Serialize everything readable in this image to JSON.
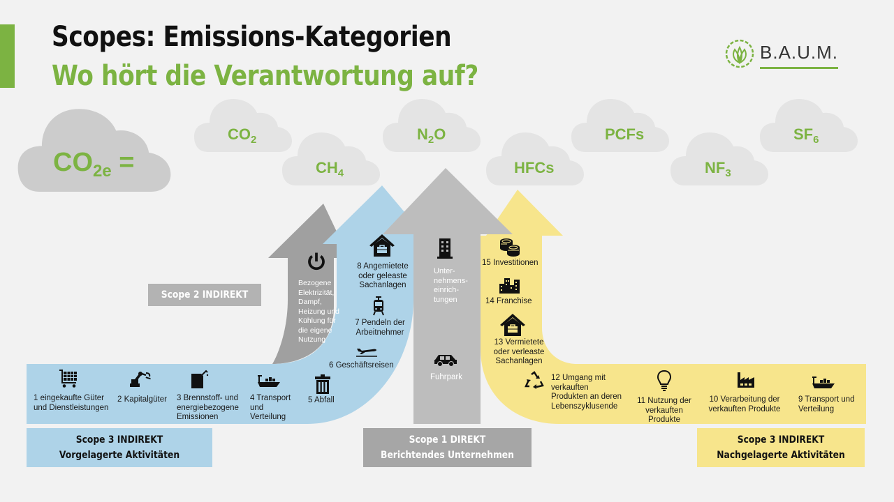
{
  "header": {
    "title": "Scopes: Emissions-Kategorien",
    "subtitle": "Wo hört die Verantwortung auf?"
  },
  "logo": {
    "text": "B.A.U.M."
  },
  "colors": {
    "accent_green": "#7cb342",
    "scope3_upstream_blue": "#aed3e8",
    "scope1_gray": "#bdbdbd",
    "scope2_gray": "#a0a0a0",
    "scope3_downstream_yellow": "#f7e58c",
    "cloud_main": "#cccccc",
    "cloud_light": "#e4e4e4"
  },
  "clouds": {
    "main": {
      "base": "CO",
      "sub": "2e",
      "suffix": " ="
    },
    "gases": [
      {
        "base": "CO",
        "sub": "2"
      },
      {
        "base": "CH",
        "sub": "4"
      },
      {
        "base": "N",
        "sub": "2",
        "tail": "O"
      },
      {
        "base": "HFCs",
        "sub": ""
      },
      {
        "base": "PCFs",
        "sub": ""
      },
      {
        "base": "NF",
        "sub": "3"
      },
      {
        "base": "SF",
        "sub": "6"
      }
    ]
  },
  "scope2": {
    "label": "Scope 2 INDIREKT",
    "icon": "power-icon",
    "text": [
      "Bezogene",
      "Elektrizität,",
      "Dampf,",
      "Heizung und",
      "Kühlung für",
      "die eigene",
      "Nutzung"
    ]
  },
  "scope1": {
    "title": "Scope 1 DIREKT",
    "subtitle": "Berichtendes Unternehmen",
    "items": [
      {
        "icon": "office-building-icon",
        "lines": [
          "Unter-",
          "nehmens-",
          "einrich-",
          "tungen"
        ]
      },
      {
        "icon": "car-icon",
        "lines": [
          "Fuhrpark"
        ]
      }
    ]
  },
  "scope3_upstream": {
    "title": "Scope 3 INDIREKT",
    "subtitle": "Vorgelagerte Aktivitäten",
    "items": [
      {
        "icon": "shopping-cart-icon",
        "lines": [
          "1 eingekaufte Güter",
          "und Dienstleistungen"
        ]
      },
      {
        "icon": "robot-arm-icon",
        "lines": [
          "2 Kapitalgüter"
        ]
      },
      {
        "icon": "fuel-can-icon",
        "lines": [
          "3 Brennstoff- und",
          "energiebezogene",
          "Emissionen"
        ]
      },
      {
        "icon": "cargo-ship-icon",
        "lines": [
          "4 Transport",
          "und",
          "Verteilung"
        ]
      },
      {
        "icon": "trash-icon",
        "lines": [
          "5 Abfall"
        ]
      },
      {
        "icon": "airplane-icon",
        "lines": [
          "6 Geschäftsreisen"
        ]
      },
      {
        "icon": "train-icon",
        "lines": [
          "7 Pendeln der",
          "Arbeitnehmer"
        ]
      },
      {
        "icon": "house-briefcase-icon",
        "lines": [
          "8 Angemietete",
          "oder geleaste",
          "Sachanlagen"
        ]
      }
    ]
  },
  "scope3_downstream": {
    "title": "Scope 3 INDIREKT",
    "subtitle": "Nachgelagerte Aktivitäten",
    "items": [
      {
        "icon": "cargo-ship-icon",
        "lines": [
          "9 Transport und",
          "Verteilung"
        ]
      },
      {
        "icon": "factory-icon",
        "lines": [
          "10 Verarbeitung der",
          "verkauften Produkte"
        ]
      },
      {
        "icon": "lightbulb-icon",
        "lines": [
          "11 Nutzung der",
          "verkauften Produkte"
        ]
      },
      {
        "icon": "recycle-icon",
        "lines": [
          "12 Umgang mit",
          "verkauften",
          "Produkten an deren",
          "Lebenszyklusende"
        ]
      },
      {
        "icon": "house-briefcase-icon",
        "lines": [
          "13 Vermietete",
          "oder verleaste",
          "Sachanlagen"
        ]
      },
      {
        "icon": "city-buildings-icon",
        "lines": [
          "14 Franchise"
        ]
      },
      {
        "icon": "coins-icon",
        "lines": [
          "15 Investitionen"
        ]
      }
    ]
  }
}
